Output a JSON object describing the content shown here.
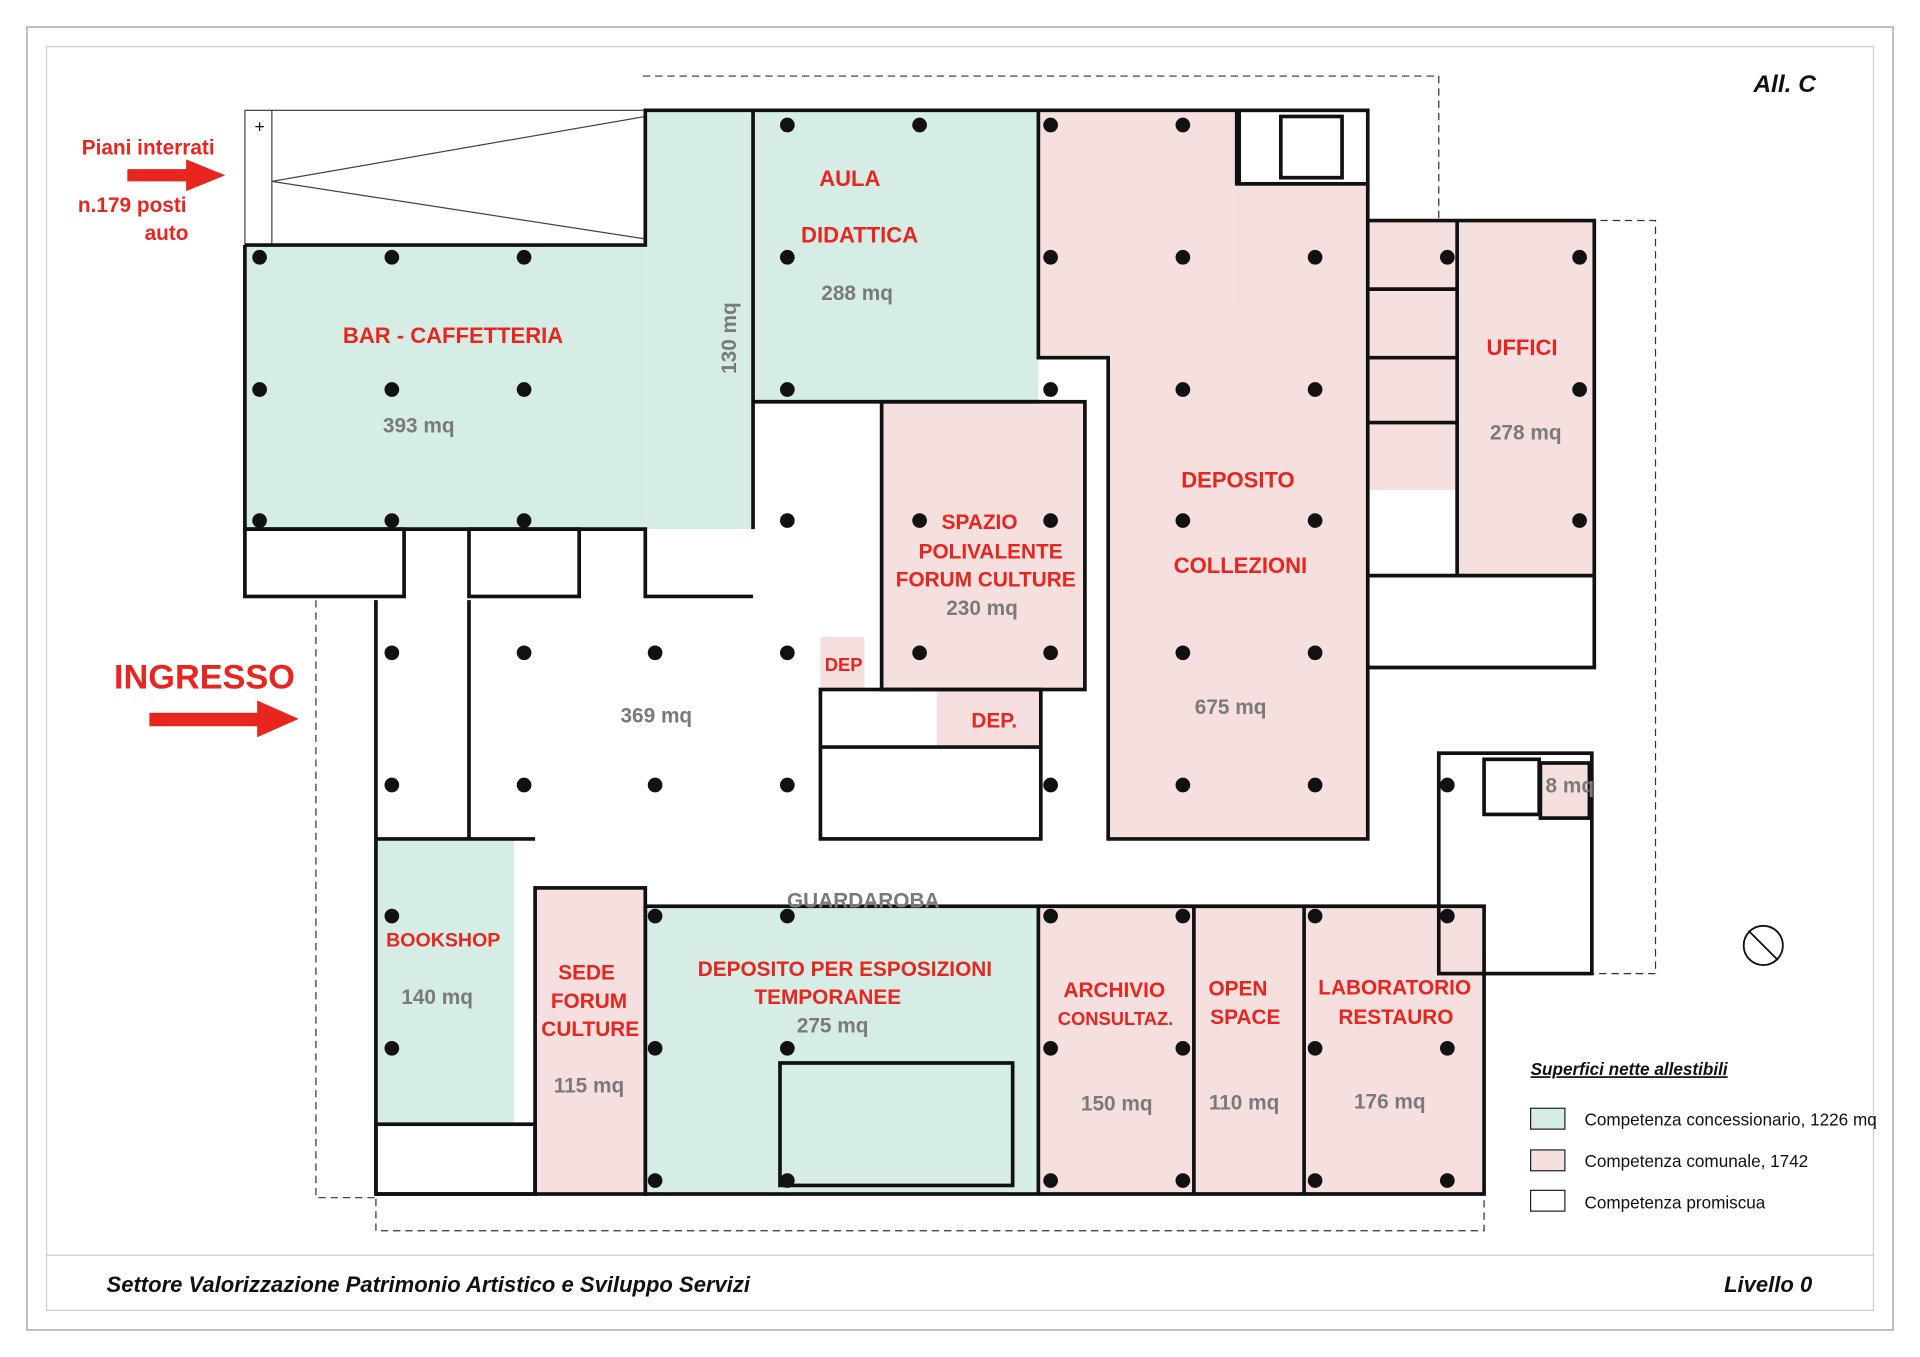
{
  "sheet_label": "All. C",
  "footer": {
    "department": "Settore Valorizzazione Patrimonio Artistico e Sviluppo Servizi",
    "level": "Livello 0"
  },
  "annotations": {
    "parking_line1": "Piani interrati",
    "parking_line2": "n.179 posti",
    "parking_line3": "auto",
    "entrance": "INGRESSO"
  },
  "rooms": {
    "bar": {
      "name": "BAR  -  CAFFETTERIA",
      "area": "393 mq"
    },
    "corridor": {
      "area": "130 mq"
    },
    "aula": {
      "name1": "AULA",
      "name2": "DIDATTICA",
      "area": "288 mq"
    },
    "deposito": {
      "name1": "DEPOSITO",
      "name2": "COLLEZIONI",
      "area": "675 mq"
    },
    "uffici": {
      "name": "UFFICI",
      "area": "278 mq"
    },
    "spazio": {
      "name1": "SPAZIO",
      "name2": "POLIVALENTE",
      "name3": "FORUM CULTURE",
      "area": "230 mq"
    },
    "dep_small": {
      "name": "DEP"
    },
    "dep": {
      "name": "DEP."
    },
    "hall": {
      "area": "369 mq"
    },
    "small_room": {
      "area": "8 mq"
    },
    "bookshop": {
      "name": "BOOKSHOP",
      "area": "140 mq"
    },
    "sede": {
      "name1": "SEDE",
      "name2": "FORUM",
      "name3": "CULTURE",
      "area": "115 mq"
    },
    "deposito_esp": {
      "name1": "DEPOSITO  PER  ESPOSIZIONI",
      "name2": "TEMPORANEE",
      "area": "275 mq",
      "sub": "GUARDAROBA"
    },
    "archivio": {
      "name1": "ARCHIVIO",
      "name2": "CONSULTAZ.",
      "area": "150 mq"
    },
    "open_space": {
      "name1": "OPEN",
      "name2": "SPACE",
      "area": "110 mq"
    },
    "laboratorio": {
      "name1": "LABORATORIO",
      "name2": "RESTAURO",
      "area": "176 mq"
    }
  },
  "legend": {
    "title": "Superfici nette allestibili",
    "items": [
      {
        "label": "Competenza concessionario, 1226 mq",
        "color": "#d6ede5"
      },
      {
        "label": "Competenza comunale, 1742",
        "color": "#f6dfdf"
      },
      {
        "label": "Competenza promiscua",
        "color": "#ffffff"
      }
    ]
  }
}
